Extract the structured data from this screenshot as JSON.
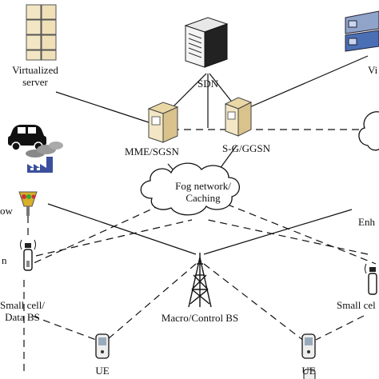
{
  "labels": {
    "virtualized_server": "Virtualized\nserver",
    "sdn": "SDN",
    "vi_partial": "Vi",
    "mme_sgsn": "MME/SGSN",
    "sg_ggsn": "S-G/GGSN",
    "fog_network": "Fog network/\nCaching",
    "enh_partial": "Enh",
    "ow_partial": "ow",
    "n_partial": "n",
    "small_cell_left": "Small cell/\nData BS",
    "small_cell_right": "Small cel",
    "macro_bs": "Macro/Control BS",
    "ue_left": "UE",
    "ue_right": "UE"
  },
  "colors": {
    "line": "#111111",
    "server_box": "#f3e6c4",
    "car": "#111111",
    "factory": "#3b4f9c",
    "traffic_light": "#d8b02a",
    "rack_blue": "#4a6fb5"
  }
}
